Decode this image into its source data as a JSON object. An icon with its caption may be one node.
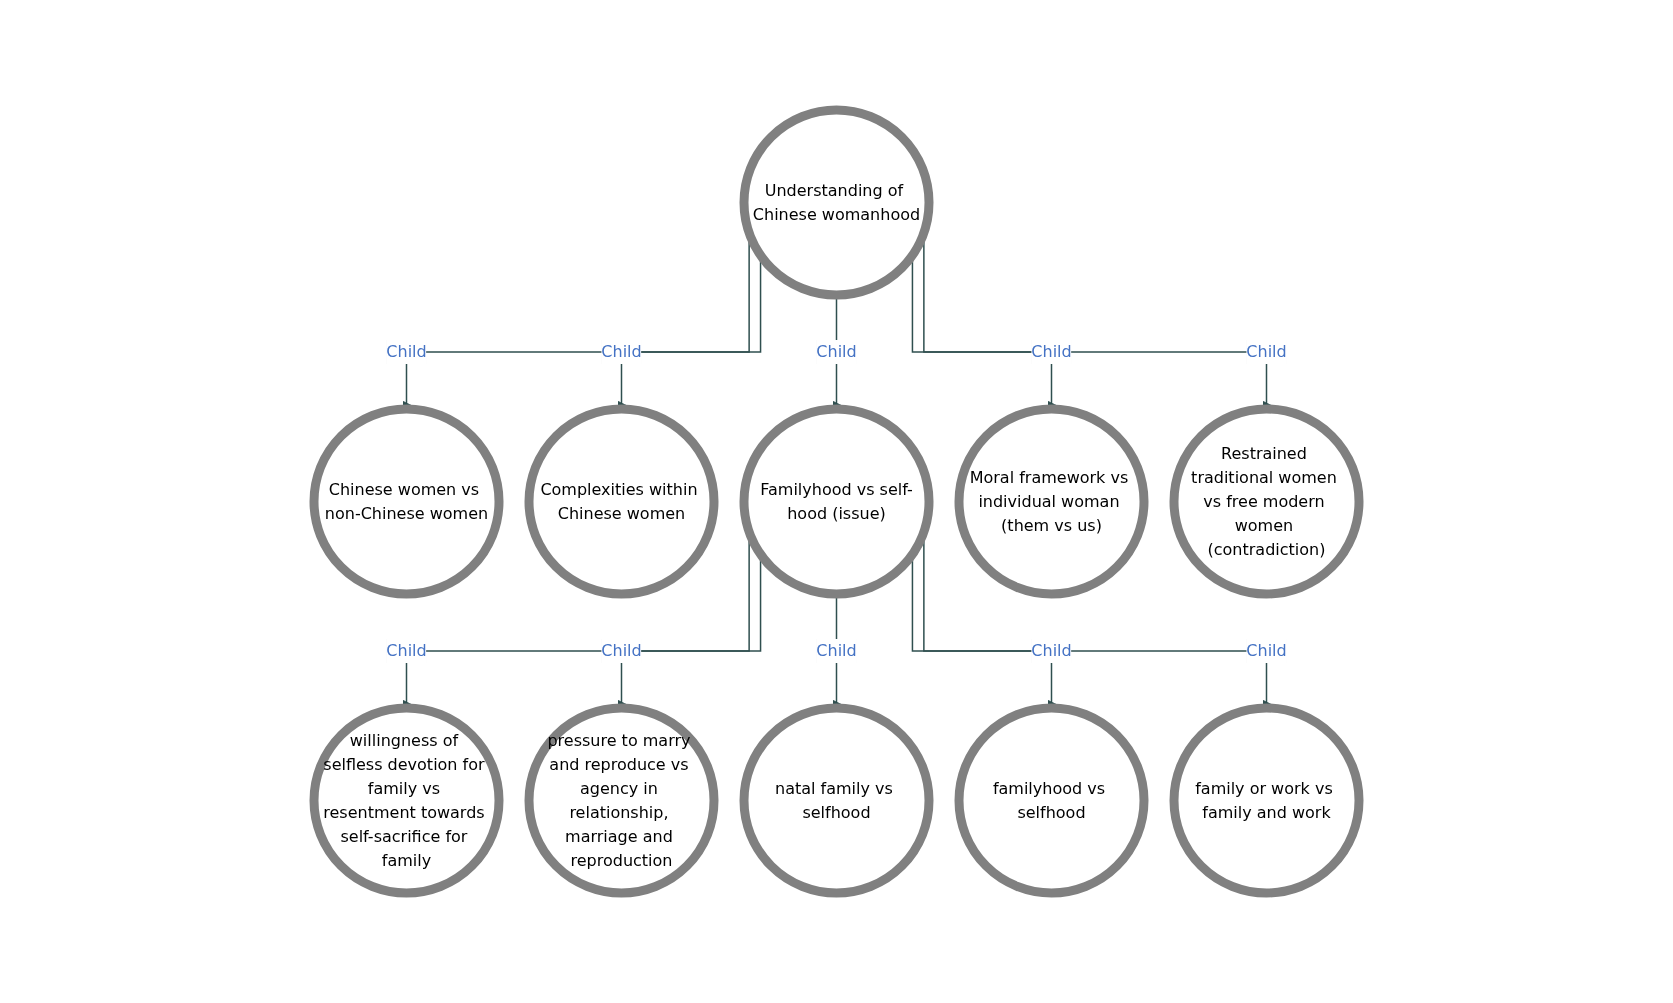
{
  "diagram": {
    "nodes": [
      {
        "text": [
          "Understanding of Chinese womanhood"
        ]
      },
      {
        "text": [
          "Chinese women vs non-Chinese women"
        ]
      },
      {
        "text": [
          "Complexities within Chinese women"
        ]
      },
      {
        "text": [
          "Familyhood vs self-hood (issue)"
        ]
      },
      {
        "text": [
          "Moral framework vs individual woman (them vs us)"
        ]
      },
      {
        "text": [
          "Restrained traditional women vs free modern women (contradiction)"
        ]
      },
      {
        "text": [
          "willingness of selfless devotion for family vs resentment towards self-sacrifice for family"
        ]
      },
      {
        "text": [
          "pressure to marry and reproduce vs agency in relationship, marriage and reproduction"
        ]
      },
      {
        "text": [
          "natal family vs selfhood"
        ]
      },
      {
        "text": [
          "familyhood vs selfhood"
        ]
      },
      {
        "text": [
          "family or work vs family and work"
        ]
      }
    ],
    "edges": [
      {
        "from": 0,
        "to": 1,
        "arrow": "to",
        "label": "Child"
      },
      {
        "from": 0,
        "to": 2,
        "arrow": "to",
        "label": "Child"
      },
      {
        "from": 0,
        "to": 3,
        "arrow": "to",
        "label": "Child"
      },
      {
        "from": 0,
        "to": 4,
        "arrow": "to",
        "label": "Child"
      },
      {
        "from": 0,
        "to": 5,
        "arrow": "to",
        "label": "Child"
      },
      {
        "from": 3,
        "to": 6,
        "arrow": "to",
        "label": "Child"
      },
      {
        "from": 3,
        "to": 7,
        "arrow": "to",
        "label": "Child"
      },
      {
        "from": 3,
        "to": 8,
        "arrow": "to",
        "label": "Child"
      },
      {
        "from": 3,
        "to": 9,
        "arrow": "to",
        "label": "Child"
      },
      {
        "from": 3,
        "to": 10,
        "arrow": "to",
        "label": "Child"
      }
    ]
  }
}
